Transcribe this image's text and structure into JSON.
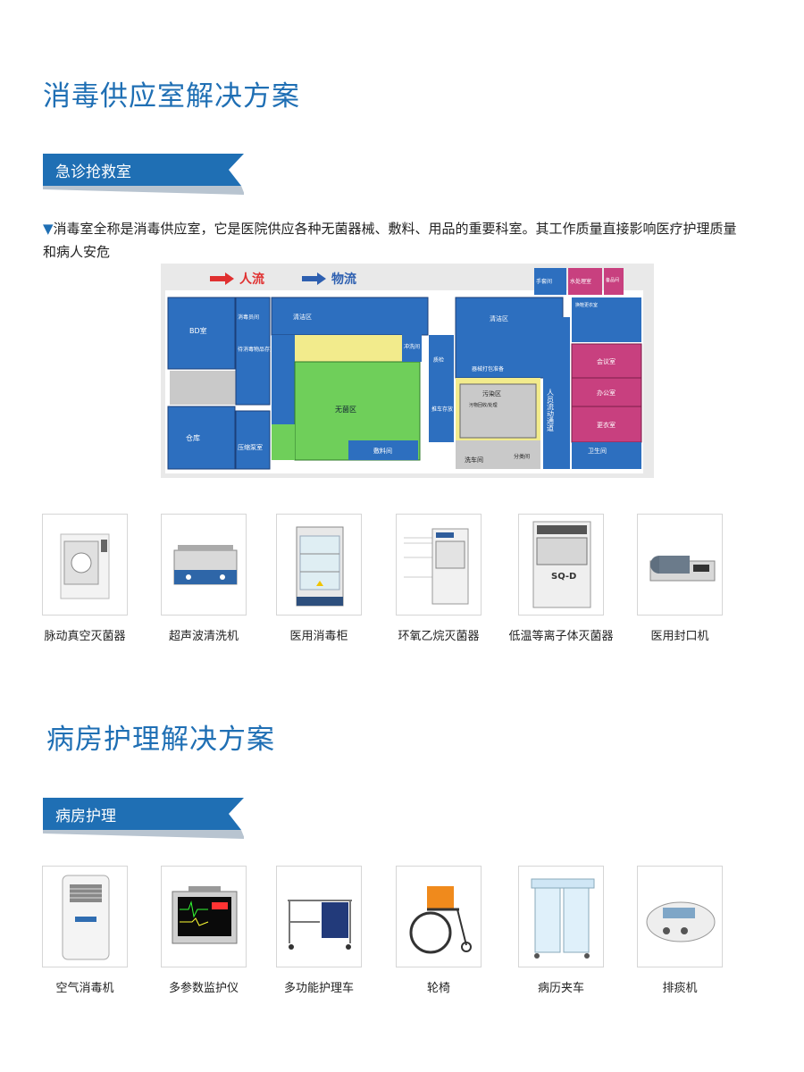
{
  "section1": {
    "title": "消毒供应室解决方案",
    "ribbon": "急诊抢救室",
    "intro": "消毒室全称是消毒供应室，它是医院供应各种无菌器械、敷料、用品的重要科室。其工作质量直接影响医疗护理质量和病人安危",
    "intro_marker": "▼",
    "floorplan": {
      "legend_people": "人流",
      "legend_goods": "物流",
      "rooms": {
        "bd": "BD室",
        "storage": "仓库",
        "disinfect_staff": "消毒员间",
        "pending_store": "待消毒物品存放间",
        "compress_pump": "压缩泵室",
        "clean_left": "清洁区",
        "sterile": "无菌区",
        "dressing": "敷料间",
        "rinse": "冲洗间",
        "qc": "质检",
        "cart_store": "推车存放",
        "clean_right": "清洁区",
        "packing": "器械打包准备",
        "dirty": "污染区",
        "dirty_sub": "污物回收/处理",
        "cart_wash": "洗车间",
        "sort": "分类间",
        "staff_flow": "人员流动通道",
        "hand_wash": "手套间",
        "water": "水处理室",
        "gen": "备品间",
        "changing1": "换鞋更衣室",
        "meeting": "会议室",
        "office": "办公室",
        "changing": "更衣室",
        "toilet": "卫生间"
      }
    },
    "products": [
      {
        "name": "脉动真空灭菌器",
        "icon": "steam-sterilizer-icon"
      },
      {
        "name": "超声波清洗机",
        "icon": "ultrasonic-cleaner-icon"
      },
      {
        "name": "医用消毒柜",
        "icon": "disinfection-cabinet-icon"
      },
      {
        "name": "环氧乙烷灭菌器",
        "icon": "eo-sterilizer-icon"
      },
      {
        "name": "低温等离子体灭菌器",
        "icon": "plasma-sterilizer-icon"
      },
      {
        "name": "医用封口机",
        "icon": "sealing-machine-icon"
      }
    ],
    "plasma_label": "SQ-D"
  },
  "section2": {
    "title": "病房护理解决方案",
    "ribbon": "病房护理",
    "products": [
      {
        "name": "空气消毒机",
        "icon": "air-disinfector-icon"
      },
      {
        "name": "多参数监护仪",
        "icon": "patient-monitor-icon"
      },
      {
        "name": "多功能护理车",
        "icon": "nursing-cart-icon"
      },
      {
        "name": "轮椅",
        "icon": "wheelchair-icon"
      },
      {
        "name": "病历夹车",
        "icon": "chart-cart-icon"
      },
      {
        "name": "排痰机",
        "icon": "sputum-machine-icon"
      }
    ]
  },
  "colors": {
    "brand_blue": "#1f6fb4",
    "plan_blue": "#2d6fbf",
    "plan_green": "#6fcf5a",
    "plan_pink": "#c8407f",
    "plan_yellow": "#f2eb8c",
    "plan_gray": "#b9b9b9"
  }
}
